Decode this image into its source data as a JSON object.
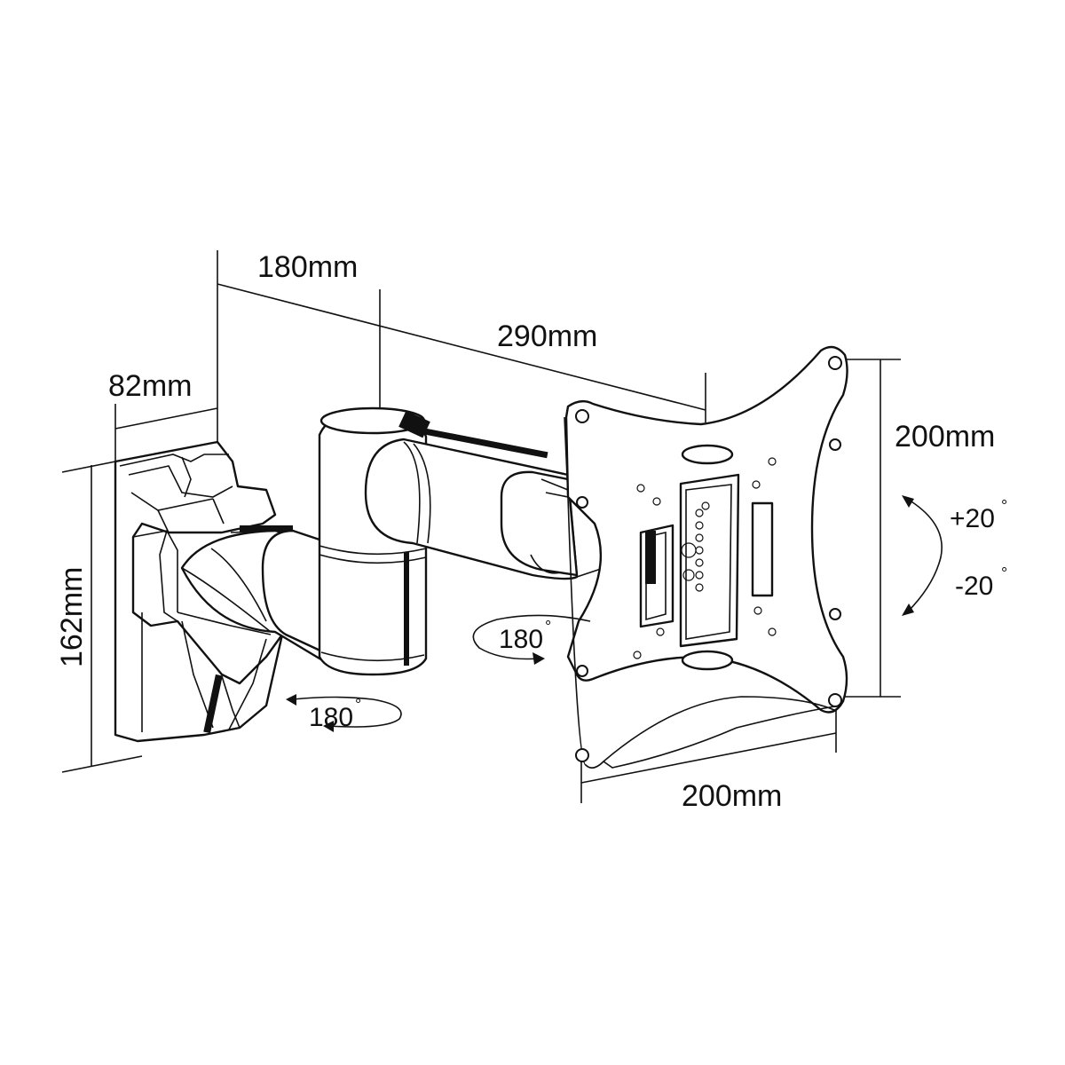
{
  "dimensions": {
    "wall_depth": "82mm",
    "arm_inner": "180mm",
    "arm_total": "290mm",
    "wall_height": "162mm",
    "vesa_vertical": "200mm",
    "vesa_horizontal": "200mm"
  },
  "rotations": {
    "wall_swivel": "180",
    "plate_swivel": "180",
    "tilt_up": "+20",
    "tilt_down": "-20",
    "degree_symbol": "°"
  }
}
